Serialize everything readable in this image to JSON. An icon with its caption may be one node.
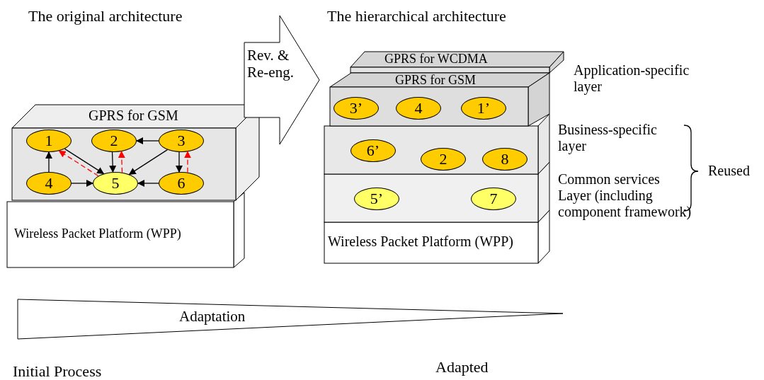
{
  "diagram": {
    "nodes": [
      {
        "text": [
          "GPRS for GSM"
        ]
      },
      {
        "text": [
          "Wireless Packet Platform (WPP)"
        ]
      },
      {
        "text": [
          "1"
        ],
        "in": 0
      },
      {
        "text": [
          "2"
        ],
        "in": 0
      },
      {
        "text": [
          "3"
        ],
        "in": 0
      },
      {
        "text": [
          "4"
        ],
        "in": 0
      },
      {
        "text": [
          "5"
        ],
        "in": 0
      },
      {
        "text": [
          "6"
        ],
        "in": 0
      },
      {
        "text": [
          "Rev. & Re-eng."
        ]
      },
      {
        "text": [
          "GPRS for WCDMA"
        ],
        "beside": [
          "Application-specific layer"
        ]
      },
      {
        "text": [
          "GPRS for GSM"
        ]
      },
      {
        "text": [
          "3’"
        ],
        "in": 10
      },
      {
        "text": [
          "4"
        ],
        "in": 10
      },
      {
        "text": [
          "1’"
        ],
        "in": 10
      },
      {
        "text": [
          "Business-specific layer"
        ]
      },
      {
        "text": [
          "6’"
        ],
        "in": 14
      },
      {
        "text": [
          "2"
        ],
        "in": 14
      },
      {
        "text": [
          "8"
        ],
        "in": 14
      },
      {
        "text": [
          "Common services Layer (including component framework)"
        ]
      },
      {
        "text": [
          "5’"
        ],
        "in": 18
      },
      {
        "text": [
          "7"
        ],
        "in": 18
      },
      {
        "text": [
          "Wireless Packet Platform (WPP)"
        ]
      },
      {
        "text": [
          "Adaptation"
        ]
      }
    ],
    "edges": [
      {
        "from": 5,
        "to": 2,
        "arrow": "to"
      },
      {
        "from": 2,
        "to": 6,
        "arrow": "to"
      },
      {
        "from": 6,
        "to": 2,
        "arrow": "to",
        "style": "dashed",
        "color": "#ff0000"
      },
      {
        "from": 3,
        "to": 6,
        "arrow": "to"
      },
      {
        "from": 6,
        "to": 3,
        "arrow": "to",
        "style": "dashed",
        "color": "#ff0000"
      },
      {
        "from": 4,
        "to": 3,
        "arrow": "to"
      },
      {
        "from": 4,
        "to": 6,
        "arrow": "to"
      },
      {
        "from": 4,
        "to": 7,
        "arrow": "to"
      },
      {
        "from": 7,
        "to": 4,
        "arrow": "to",
        "style": "dashed",
        "color": "#ff0000"
      },
      {
        "from": 5,
        "to": 6,
        "arrow": "to"
      },
      {
        "from": 7,
        "to": 6,
        "arrow": "to"
      }
    ],
    "labels": [
      "The original architecture",
      "The hierarchical architecture",
      "Reused",
      "Initial Process",
      "Adapted"
    ]
  }
}
